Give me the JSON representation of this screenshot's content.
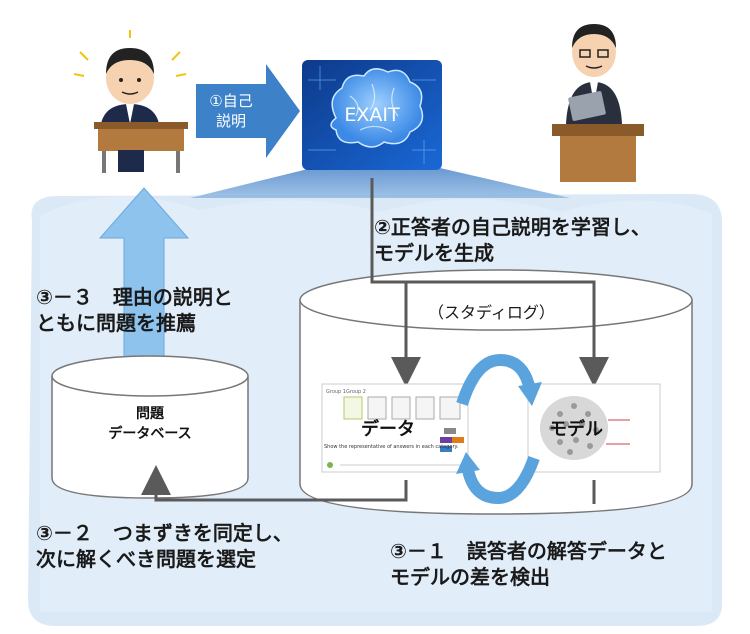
{
  "exait": {
    "label": "EXAIT",
    "color": "#1a62c9"
  },
  "self_explain_arrow": {
    "line1": "①自己",
    "line2": "説明",
    "color": "#3d82c9"
  },
  "step2": {
    "line1": "②正答者の自己説明を学習し、",
    "line2": "モデルを生成"
  },
  "step3_3": {
    "line1": "③－３　理由の説明と",
    "line2": "ともに問題を推薦"
  },
  "step3_2": {
    "line1": "③－２　つまずきを同定し、",
    "line2": "次に解くべき問題を選定"
  },
  "step3_1": {
    "line1": "③－１　誤答者の解答データと",
    "line2": "モデルの差を検出"
  },
  "studylog": {
    "label": "（スタディログ）"
  },
  "problem_db": {
    "line1": "問題",
    "line2": "データベース"
  },
  "data_panel": {
    "label": "データ",
    "caption": "Show the representative of answers in each category.",
    "tab1": "Group 1",
    "tab2": "Group 2"
  },
  "model_panel": {
    "label": "モデル"
  },
  "colors": {
    "cloud": "#dbe9f7",
    "arrow_blue": "#8ec3ee",
    "cycle_blue": "#5aa3dd",
    "connector": "#5a5a5a"
  }
}
